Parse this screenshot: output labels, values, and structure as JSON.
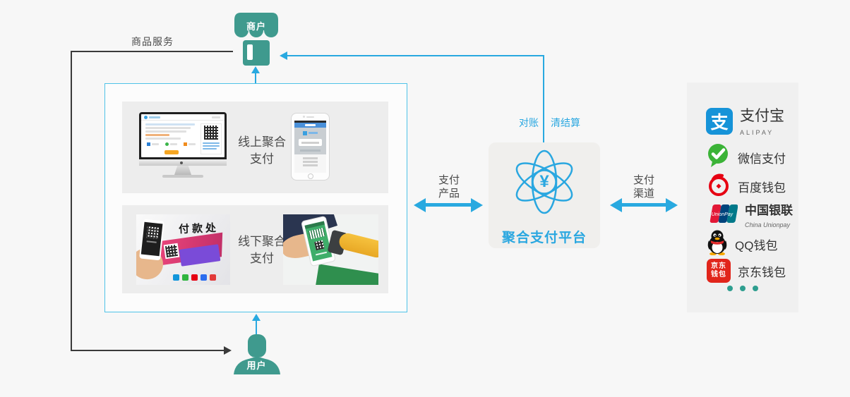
{
  "merchant": {
    "label": "商户"
  },
  "user": {
    "label": "用户"
  },
  "flows": {
    "goods_services": "商品服务",
    "reconciliation": "对账",
    "clearing_settlement": "清结算",
    "payment_products": [
      "支付",
      "产品"
    ],
    "payment_channels": [
      "支付",
      "渠道"
    ]
  },
  "products_box": {
    "online_label": [
      "线上聚合",
      "支付"
    ],
    "offline_label": [
      "线下聚合",
      "支付"
    ],
    "offline_sign": "付款处"
  },
  "platform": {
    "label": "聚合支付平台",
    "currency_symbol": "¥"
  },
  "channels": {
    "items": [
      {
        "name": "支付宝",
        "sub": "ALIPAY"
      },
      {
        "name": "微信支付"
      },
      {
        "name": "百度钱包"
      },
      {
        "name": "中国银联",
        "sub": "China Unionpay"
      },
      {
        "name": "QQ钱包"
      },
      {
        "name": "京东钱包"
      }
    ],
    "alipay_icon_char": "支",
    "unionpay_icon_text": "UnionPay",
    "jd_icon_lines": [
      "京东",
      "钱包"
    ]
  },
  "colors": {
    "teal": "#3f9a8e",
    "blue": "#29a9e0",
    "box_border": "#4ec3e8",
    "dark_line": "#3a3a3a"
  }
}
